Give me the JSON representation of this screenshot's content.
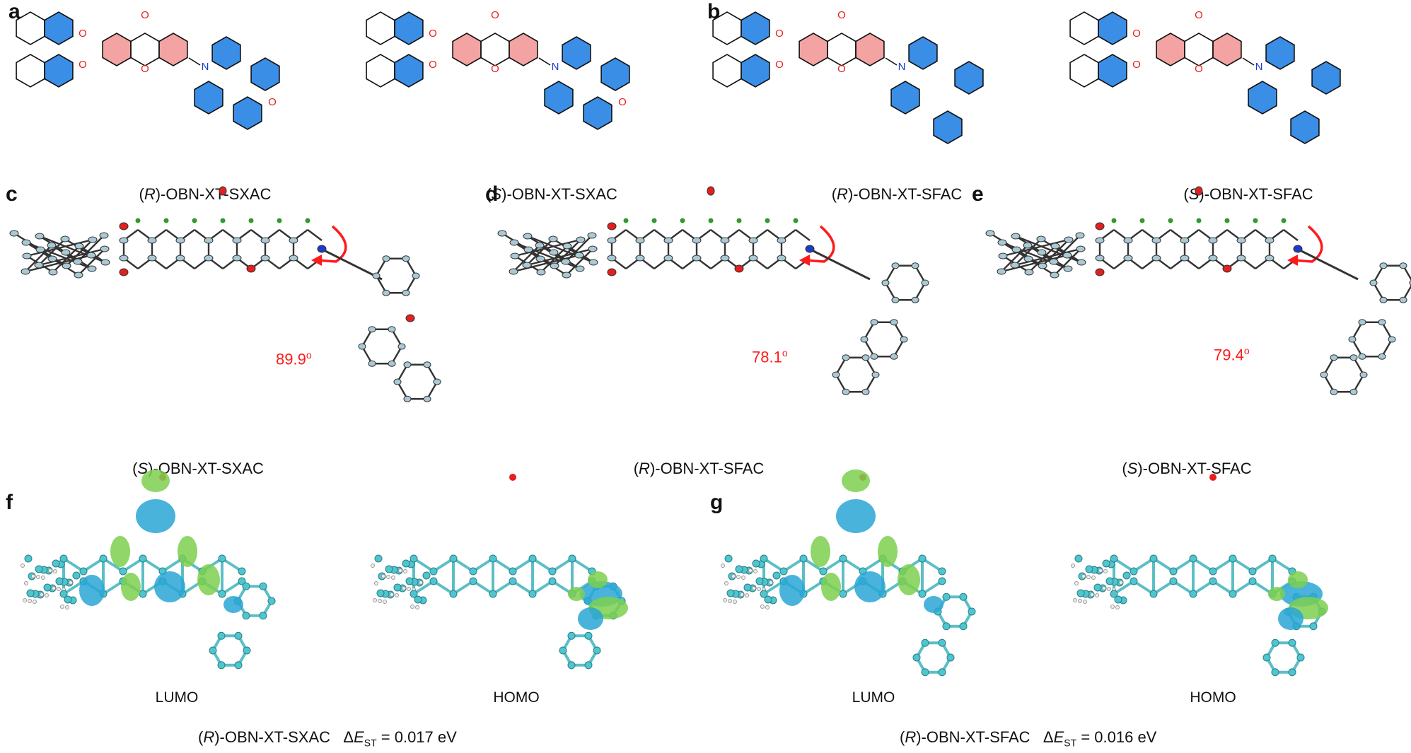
{
  "panel_labels": [
    "a",
    "b",
    "c",
    "d",
    "e",
    "f",
    "g"
  ],
  "row1": {
    "structures": [
      {
        "chirality": "R",
        "name": "-OBN-XT-SXAC",
        "donor": "SXAC"
      },
      {
        "chirality": "S",
        "name": "-OBN-XT-SXAC",
        "donor": "SXAC"
      },
      {
        "chirality": "R",
        "name": "-OBN-XT-SFAC",
        "donor": "SFAC"
      },
      {
        "chirality": "S",
        "name": "-OBN-XT-SFAC",
        "donor": "SFAC"
      }
    ],
    "atom_labels": {
      "oxygen": "O",
      "nitrogen": "N"
    }
  },
  "row2": {
    "crystals": [
      {
        "chirality": "S",
        "name": "-OBN-XT-SXAC",
        "angle": "89.9",
        "unit": "o"
      },
      {
        "chirality": "R",
        "name": "-OBN-XT-SFAC",
        "angle": "78.1",
        "unit": "o"
      },
      {
        "chirality": "S",
        "name": "-OBN-XT-SFAC",
        "angle": "79.4",
        "unit": "o"
      }
    ]
  },
  "row3": {
    "orbital_labels": [
      "LUMO",
      "HOMO",
      "LUMO",
      "HOMO"
    ],
    "captions": [
      {
        "chirality": "R",
        "name": "-OBN-XT-SXAC",
        "delta": "Δ",
        "E": "E",
        "sub": "ST",
        "value": "= 0.017 eV"
      },
      {
        "chirality": "R",
        "name": "-OBN-XT-SFAC",
        "delta": "Δ",
        "E": "E",
        "sub": "ST",
        "value": "= 0.016 eV"
      }
    ]
  },
  "colors": {
    "acceptor_fill": "#f4a3a3",
    "donor_fill": "#3a8ee6",
    "oxygen": "#e61e1e",
    "nitrogen": "#1a3cc8",
    "angle": "#ff1a1a",
    "carbon_ball": "#4fc6cf",
    "lumo_homo_pos": "#2aa6d6",
    "lumo_homo_neg": "#7ccf4f",
    "ellipsoid": "#a9c9d6",
    "hydrogen_ball": "#2f9a2f"
  }
}
